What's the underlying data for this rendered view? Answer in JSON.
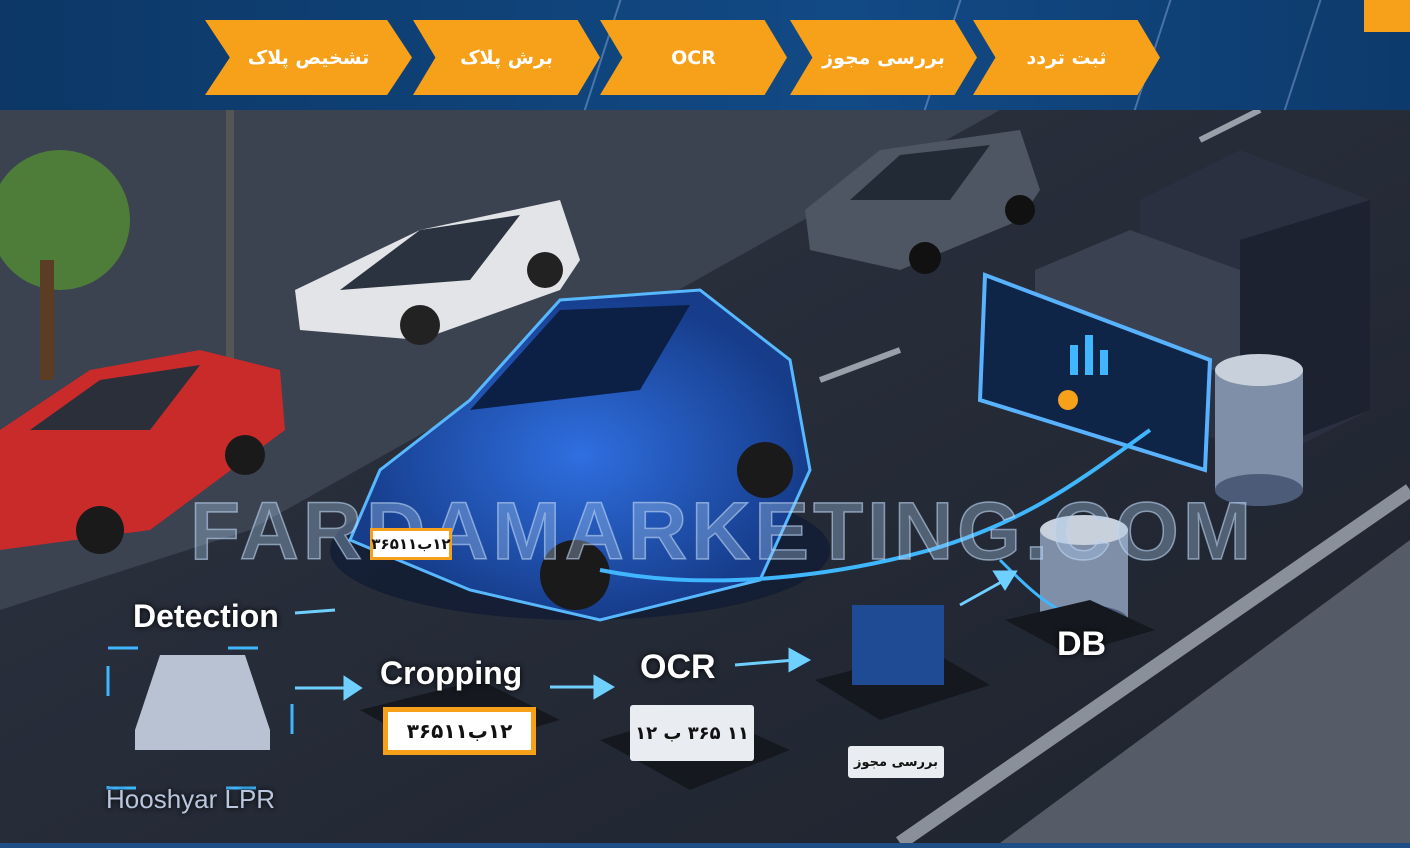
{
  "header": {
    "steps": [
      {
        "label": "تشخیص پلاک"
      },
      {
        "label": "برش پلاک"
      },
      {
        "label": "OCR"
      },
      {
        "label": "بررسی مجوز"
      },
      {
        "label": "ثبت تردد"
      }
    ]
  },
  "illustration": {
    "labels": {
      "detection": "Detection",
      "cropping": "Cropping",
      "ocr": "OCR",
      "db": "DB",
      "brand": "Hooshyar LPR"
    },
    "car_plate": "۱۲ب۳۶۵۱۱",
    "cropped_plate": "۱۲ب۳۶۵۱۱",
    "ocr_result": "۱۱ ۳۶۵ ب ۱۲",
    "permit_box": "بررسی مجوز",
    "watermark": "FARDAMARKETING.COM"
  },
  "colors": {
    "accent": "#f7a01a",
    "header": "#0f4279",
    "glow": "#3fb6ff"
  }
}
